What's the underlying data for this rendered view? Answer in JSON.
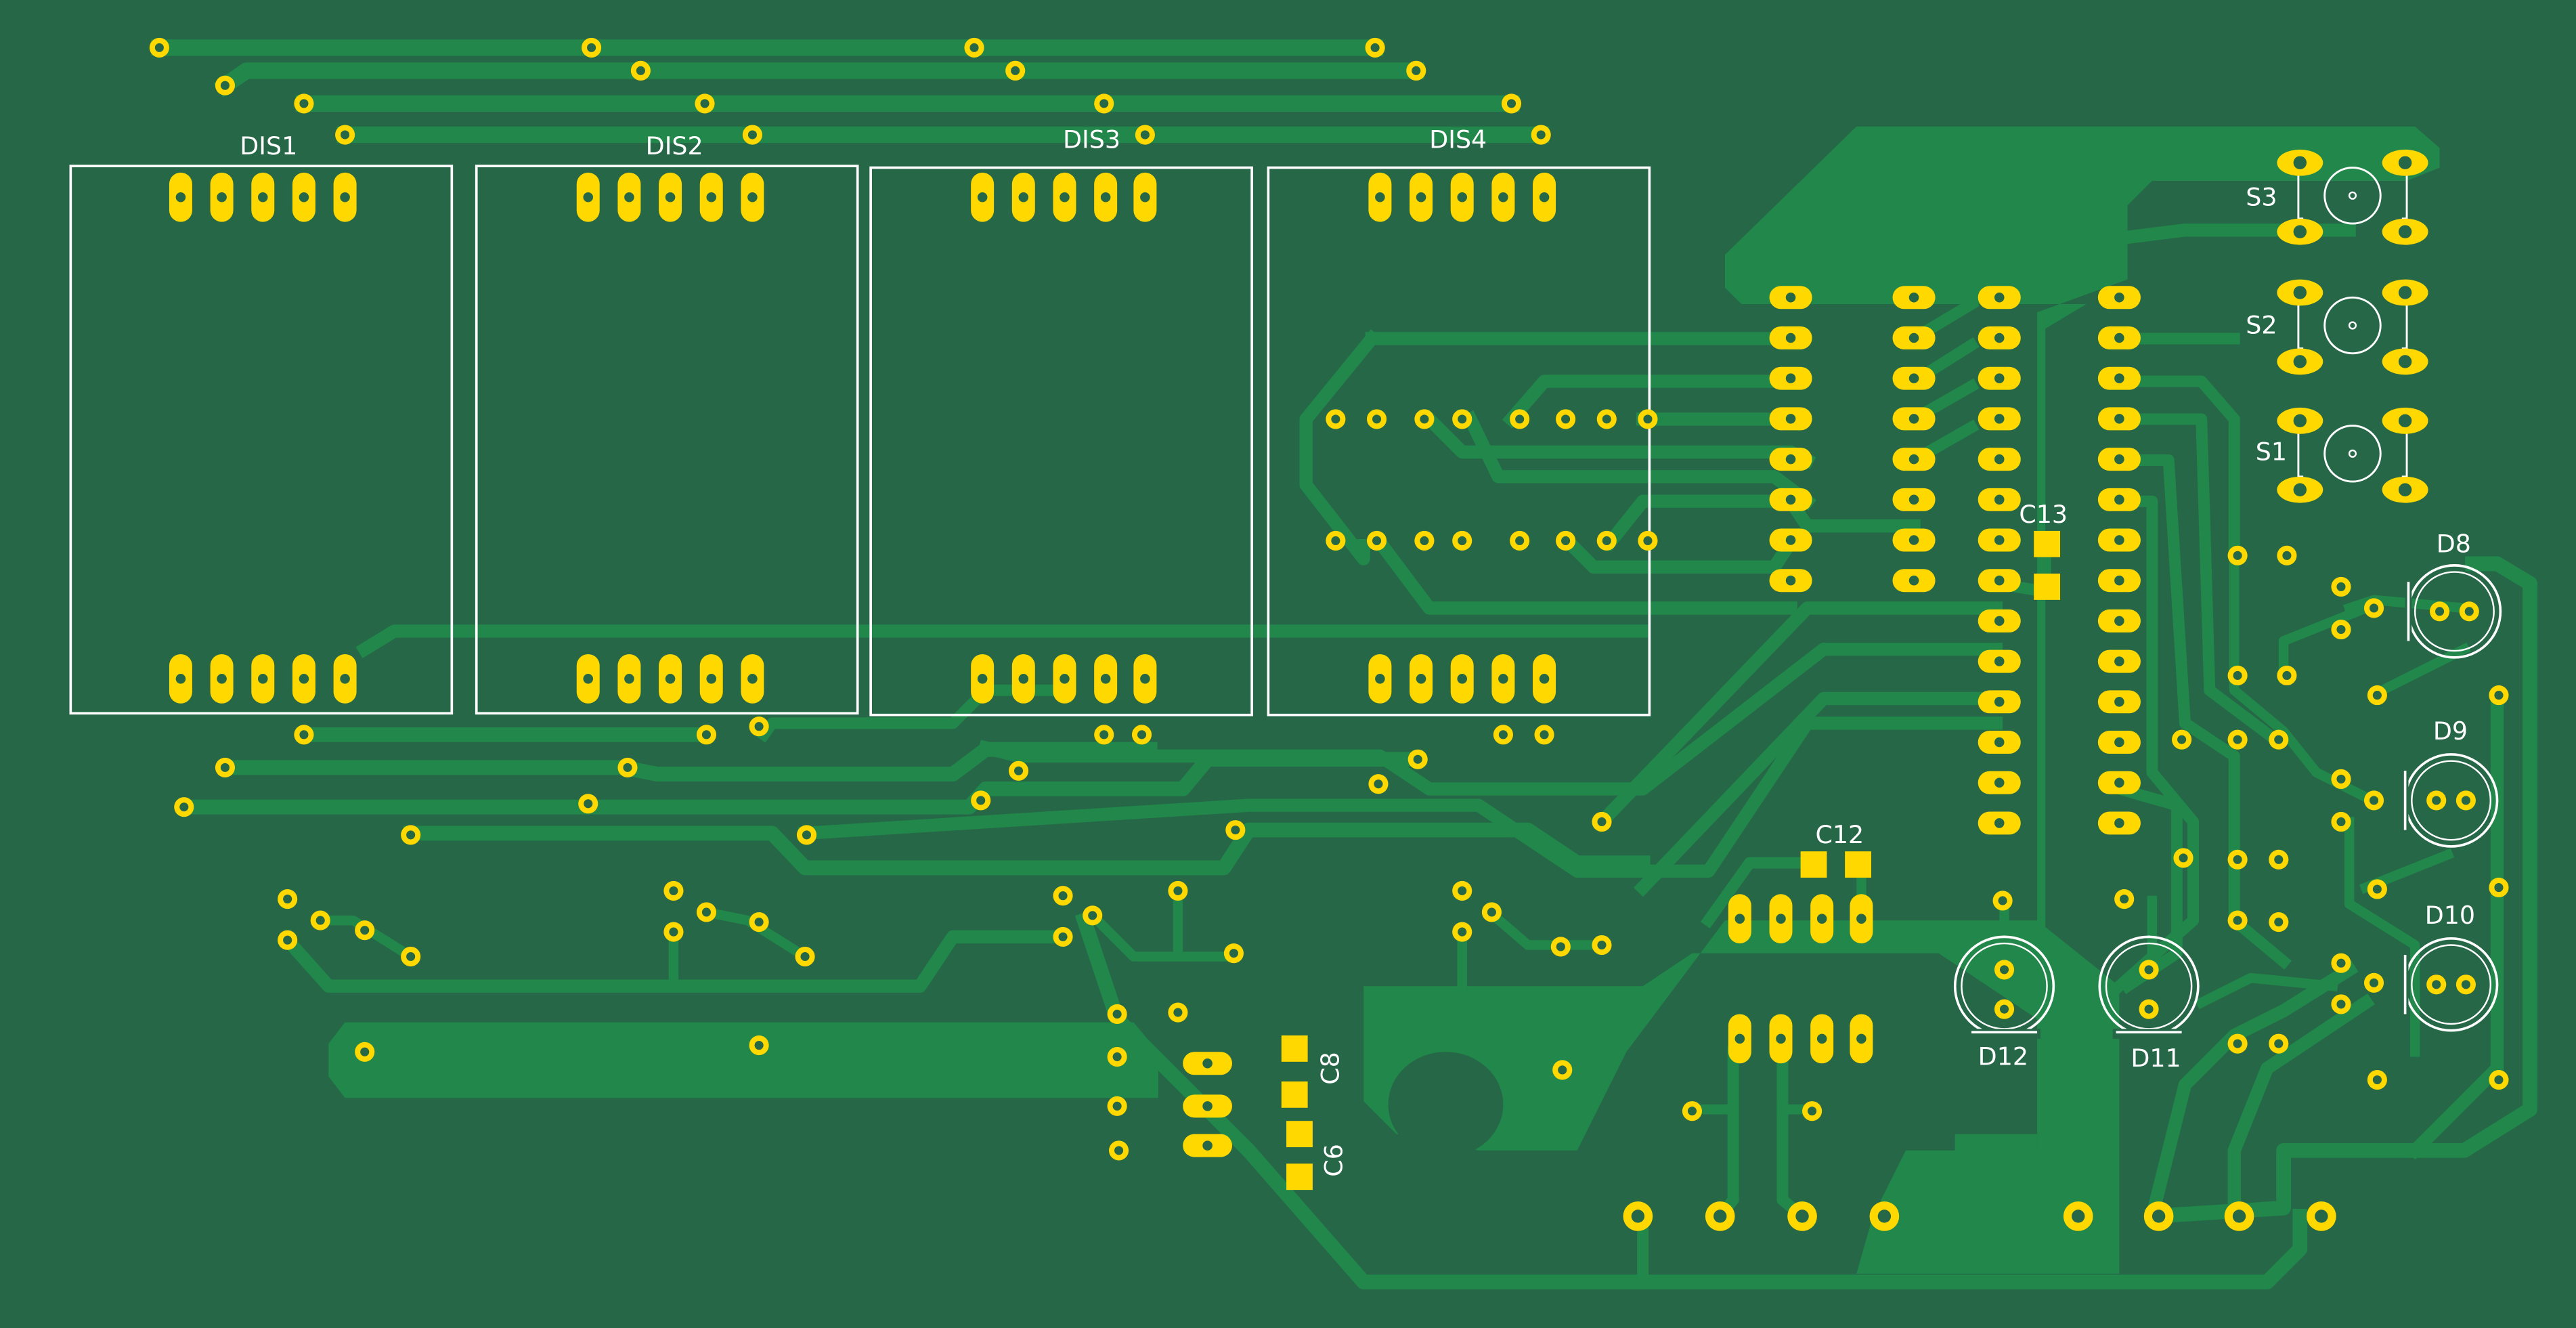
{
  "board": {
    "colors": {
      "substrate": "#266747",
      "copper": "#21874a",
      "pad": "#ffd800",
      "silkscreen": "#ffffff"
    },
    "labels": {
      "dis1": "DIS1",
      "dis2": "DIS2",
      "dis3": "DIS3",
      "dis4": "DIS4",
      "s1": "S1",
      "s2": "S2",
      "s3": "S3",
      "d8": "D8",
      "d9": "D9",
      "d10": "D10",
      "d11": "D11",
      "d12": "D12",
      "c6": "C6",
      "c8": "C8",
      "c12": "C12",
      "c13": "C13"
    }
  }
}
